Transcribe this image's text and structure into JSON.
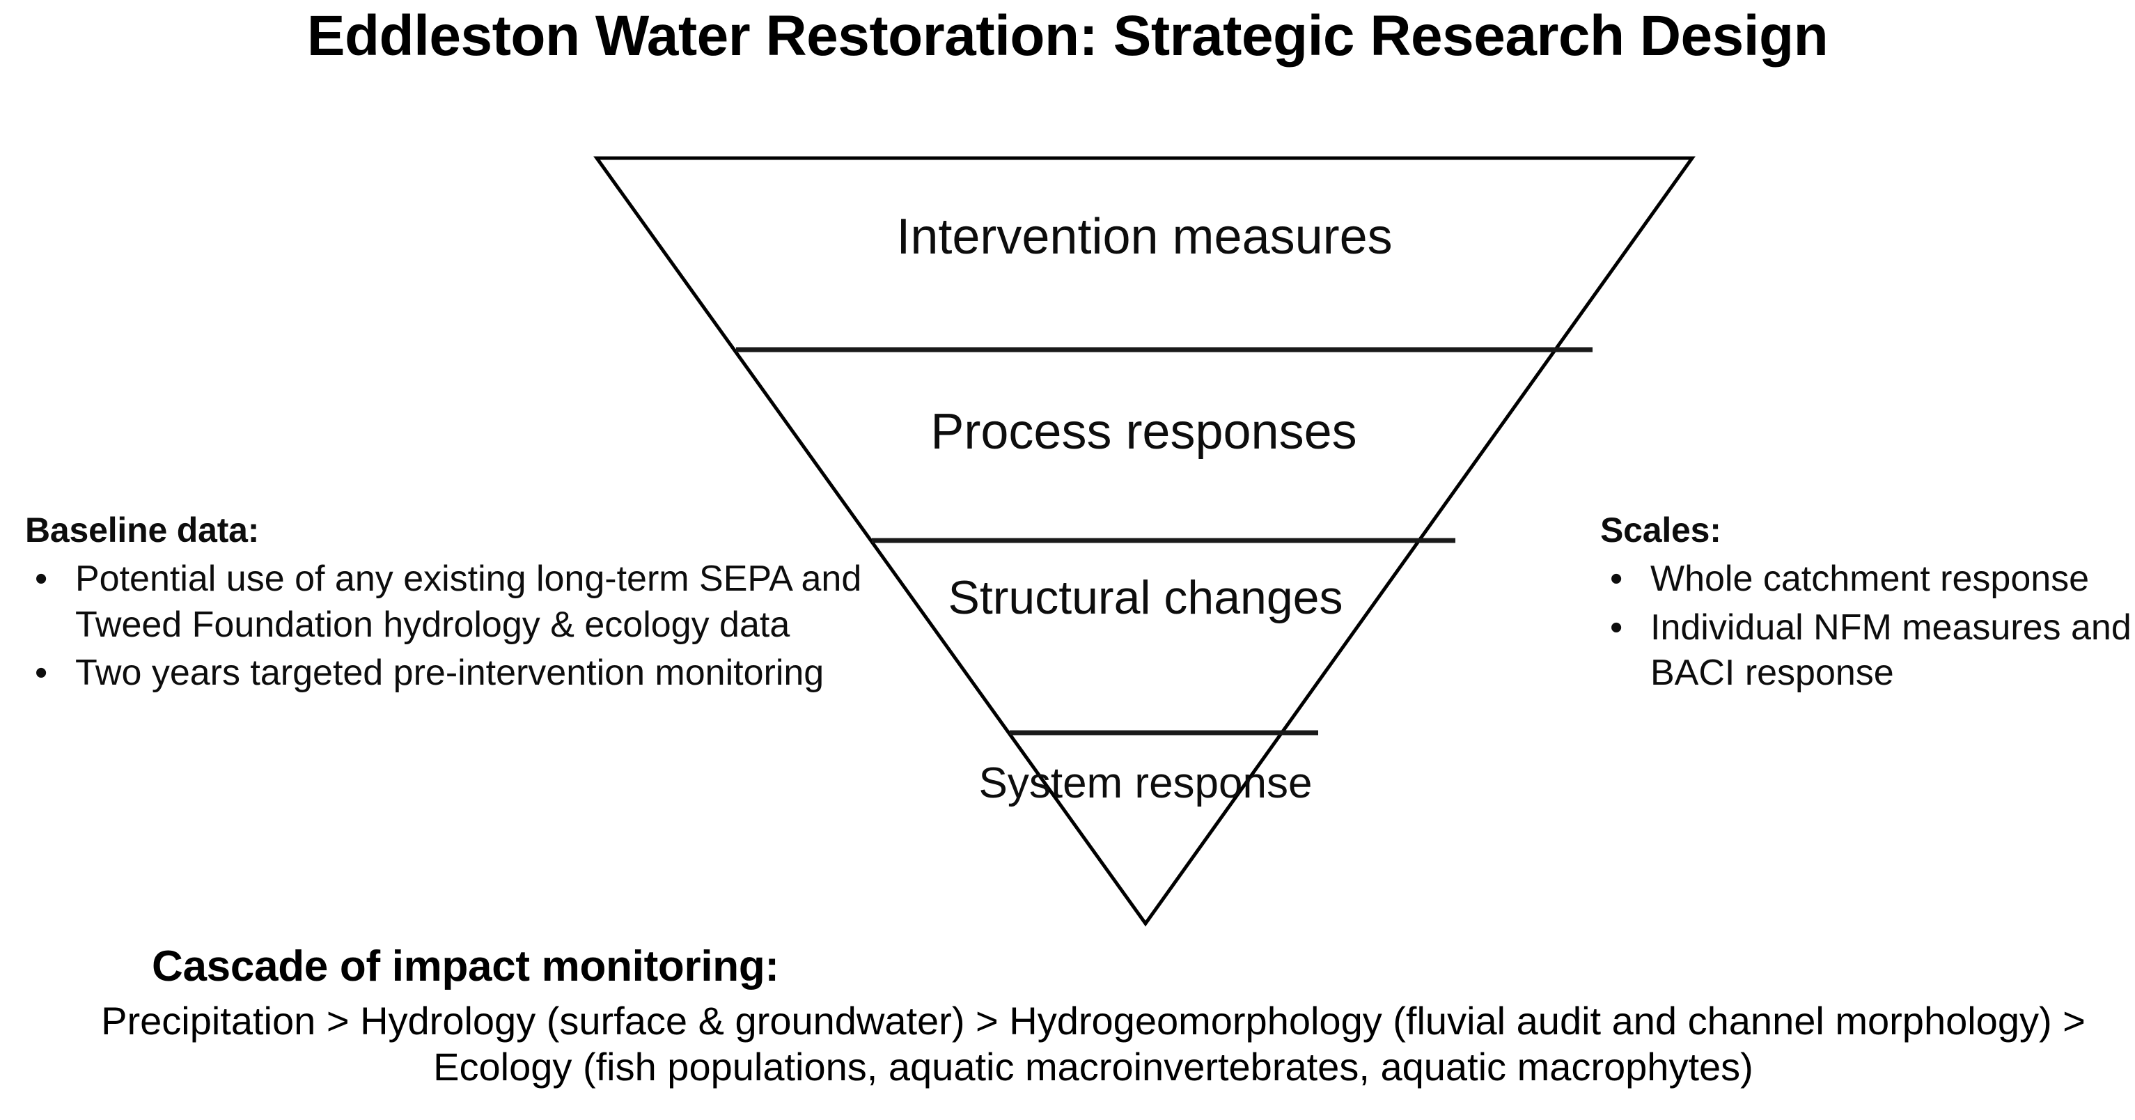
{
  "slide": {
    "title": "Eddleston Water Restoration: Strategic Research Design",
    "background_color": "#ffffff",
    "text_color": "#000000",
    "line_color": "#000000"
  },
  "funnel": {
    "shape": "inverted-triangle",
    "tiers": [
      {
        "label": "Intervention measures"
      },
      {
        "label": "Process responses"
      },
      {
        "label": "Structural changes"
      },
      {
        "label": "System response"
      }
    ]
  },
  "note_left": {
    "heading": "Baseline data:",
    "items": [
      "Potential use of any existing long-term SEPA and Tweed Foundation hydrology & ecology data",
      "Two years targeted pre-intervention monitoring"
    ],
    "bullet_glyph": "•"
  },
  "note_right": {
    "heading": "Scales:",
    "items": [
      "Whole catchment response",
      "Individual NFM measures and BACI response"
    ],
    "bullet_glyph": "•"
  },
  "cascade": {
    "heading": "Cascade of impact monitoring:",
    "body": "Precipitation > Hydrology (surface & groundwater) > Hydrogeomorphology (fluvial audit and channel morphology) > Ecology (fish populations, aquatic macroinvertebrates, aquatic macrophytes)"
  }
}
